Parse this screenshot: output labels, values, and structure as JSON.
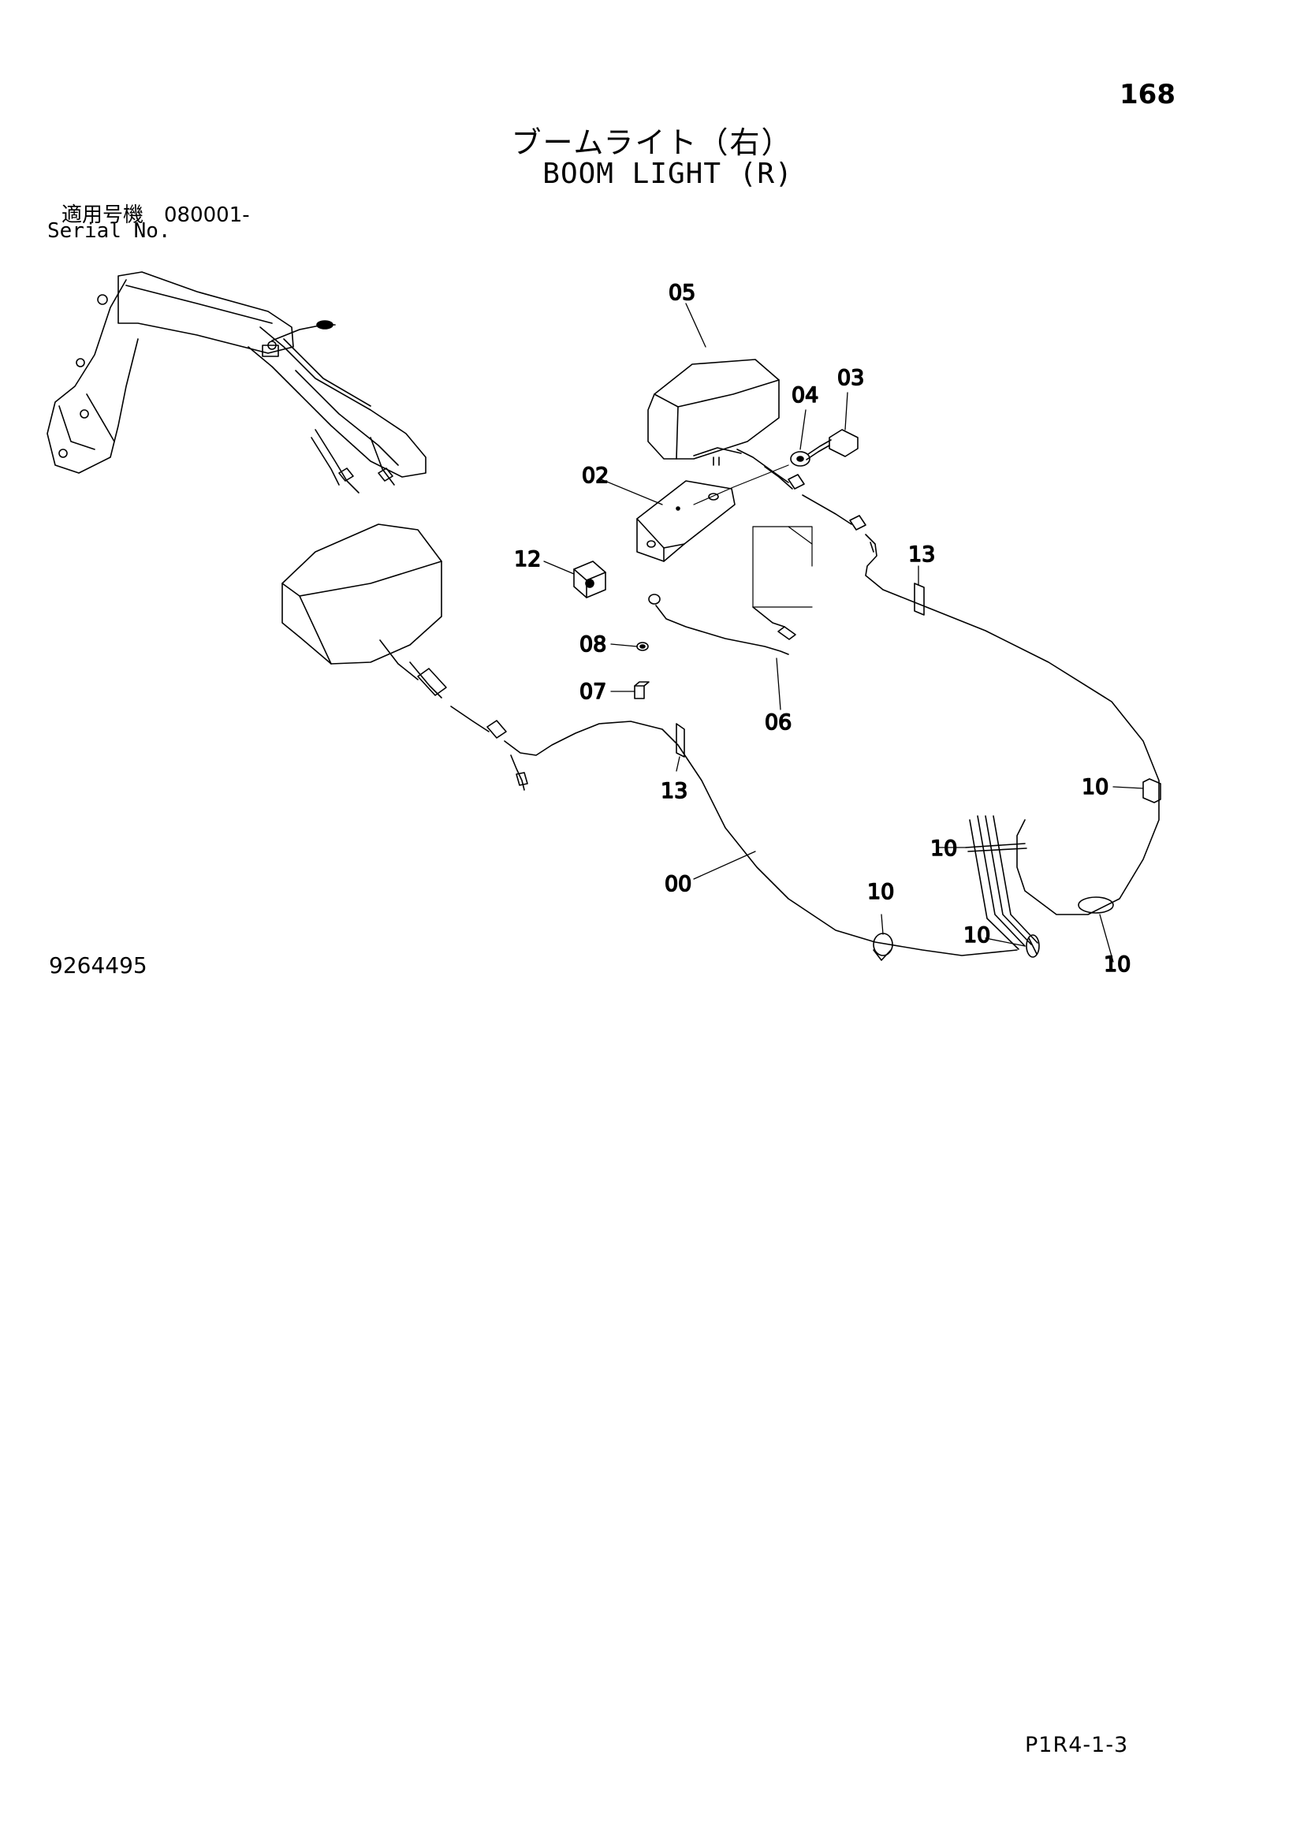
{
  "header": {
    "page_number": "168",
    "title_jp": "ブームライト（右）",
    "title_en": "BOOM LIGHT (R)",
    "serial_label_jp": "適用号機　080001-",
    "serial_label_en": "Serial No."
  },
  "footer": {
    "document_number": "9264495",
    "drawing_code": "P1R4-1-3"
  },
  "callouts": {
    "c05": "05",
    "c04": "04",
    "c03": "03",
    "c02": "02",
    "c12": "12",
    "c13_top": "13",
    "c08": "08",
    "c07": "07",
    "c06": "06",
    "c13_bottom": "13",
    "c10_right": "10",
    "c10_bundle": "10",
    "c00": "00",
    "c10_mid": "10",
    "c10_lower": "10",
    "c10_bottom": "10"
  }
}
